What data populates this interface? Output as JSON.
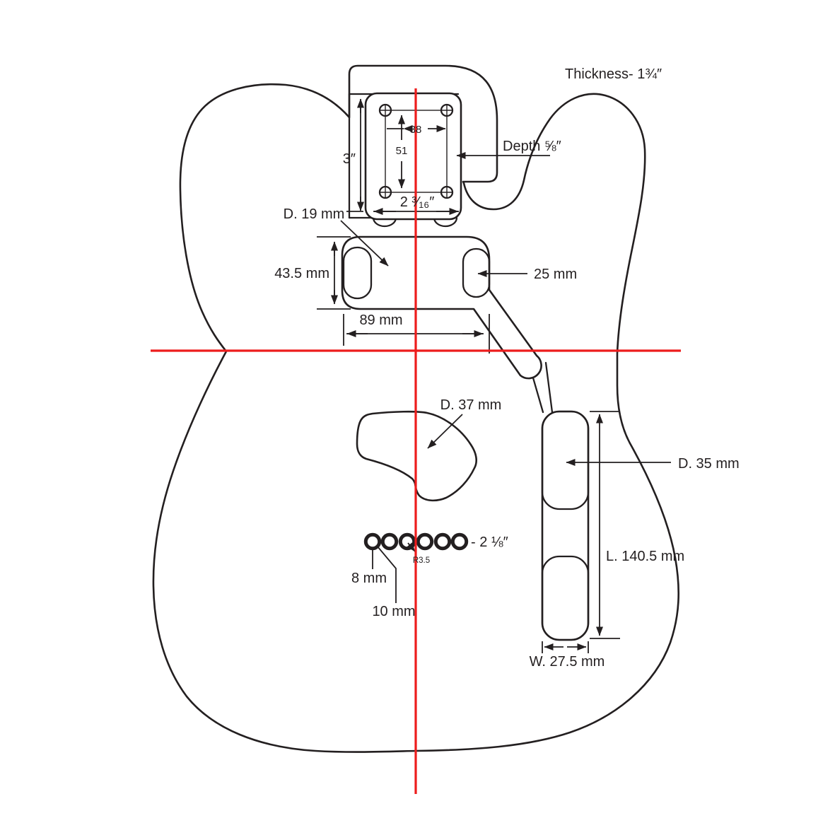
{
  "colors": {
    "line": "#231f20",
    "centerline": "#ed1c1c",
    "background": "#ffffff"
  },
  "labels": {
    "thickness": "Thickness- 1¾″",
    "neck_plate": {
      "screw_width_mm": "38",
      "screw_height_mm": "51",
      "pocket_length": "3″",
      "depth": "Depth ⅝″",
      "plate_width": "2 ³⁄₁₆″"
    },
    "neck_route": {
      "diameter": "D. 19 mm",
      "height": "43.5 mm",
      "ear_width": "25 mm",
      "width": "89 mm"
    },
    "bridge_route": {
      "diameter": "D. 37 mm"
    },
    "ferrules": {
      "spread": "- 2 ⅛″",
      "radius": "R3.5",
      "hole_small": "8 mm",
      "hole_large": "10 mm"
    },
    "control_cavity": {
      "diameter": "D. 35 mm",
      "length": "L. 140.5 mm",
      "width": "W. 27.5 mm"
    }
  }
}
